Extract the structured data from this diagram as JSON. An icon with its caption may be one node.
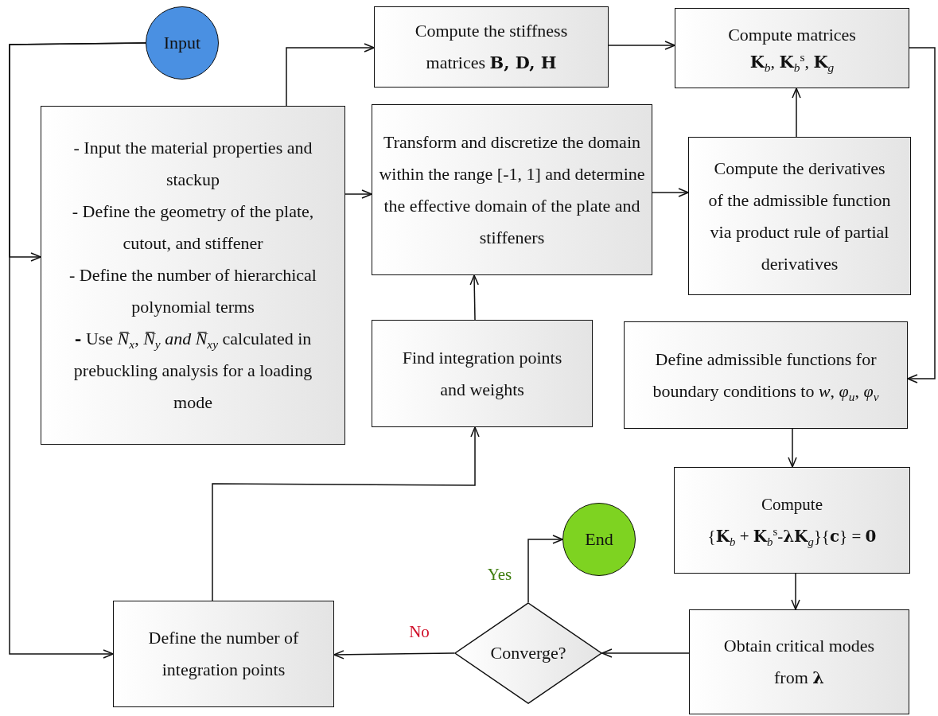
{
  "diagram": {
    "nodes": [
      {
        "text": [
          "Input"
        ]
      },
      {
        "text": [
          "- Input the material properties and stackup",
          "- Define the geometry of the plate, cutout, and stiffener",
          "- Define the number of hierarchical polynomial terms",
          "**-** Use *N̅*$_{x}$, *N̅*$_{y}$ *and N̅*$_{xy}$ calculated in prebuckling analysis for a loading mode"
        ]
      },
      {
        "text": [
          "Compute the stiffness matrices **B, D, H**"
        ]
      },
      {
        "text": [
          "Compute matrices",
          "**K**$_{b}$, **K**$_{b}$$^{s}$, **K**$_{g}$"
        ]
      },
      {
        "text": [
          "Transform and discretize the domain within the range [-1, 1] and determine the effective domain of the plate and stiffeners"
        ]
      },
      {
        "text": [
          "Compute the derivatives of the admissible function via product rule of partial derivatives"
        ]
      },
      {
        "text": [
          "Find integration points and weights"
        ]
      },
      {
        "text": [
          "Define admissible functions for boundary conditions to *w*, *φ*$_{u}$, *φ*$_{v}$"
        ]
      },
      {
        "text": [
          "Compute",
          "{**K**$_{b}$ + **K**$_{b}$$^{s}$-**λK**$_{g}$}{**c**} = **0**"
        ]
      },
      {
        "text": [
          "Define the number of integration points"
        ]
      },
      {
        "text": [
          "Converge?"
        ]
      },
      {
        "text": [
          "End"
        ]
      },
      {
        "text": [
          "Obtain critical modes from **λ**"
        ]
      }
    ],
    "edges": [
      {
        "from": 0,
        "to": 1,
        "arrow": "to"
      },
      {
        "from": 0,
        "to": 9,
        "arrow": "to"
      },
      {
        "from": 1,
        "to": 2,
        "arrow": "to"
      },
      {
        "from": 1,
        "to": 4,
        "arrow": "to"
      },
      {
        "from": 2,
        "to": 3,
        "arrow": "to"
      },
      {
        "from": 3,
        "to": 7,
        "arrow": "to"
      },
      {
        "from": 4,
        "to": 5,
        "arrow": "to"
      },
      {
        "from": 5,
        "to": 3,
        "arrow": "to"
      },
      {
        "from": 6,
        "to": 4,
        "arrow": "to"
      },
      {
        "from": 7,
        "to": 8,
        "arrow": "to"
      },
      {
        "from": 8,
        "to": 12,
        "arrow": "to"
      },
      {
        "from": 12,
        "to": 10,
        "arrow": "to"
      },
      {
        "from": 10,
        "to": 9,
        "arrow": "to",
        "label": "No"
      },
      {
        "from": 10,
        "to": 11,
        "arrow": "to",
        "label": "Yes"
      },
      {
        "from": 9,
        "to": 6,
        "arrow": "to"
      }
    ]
  }
}
